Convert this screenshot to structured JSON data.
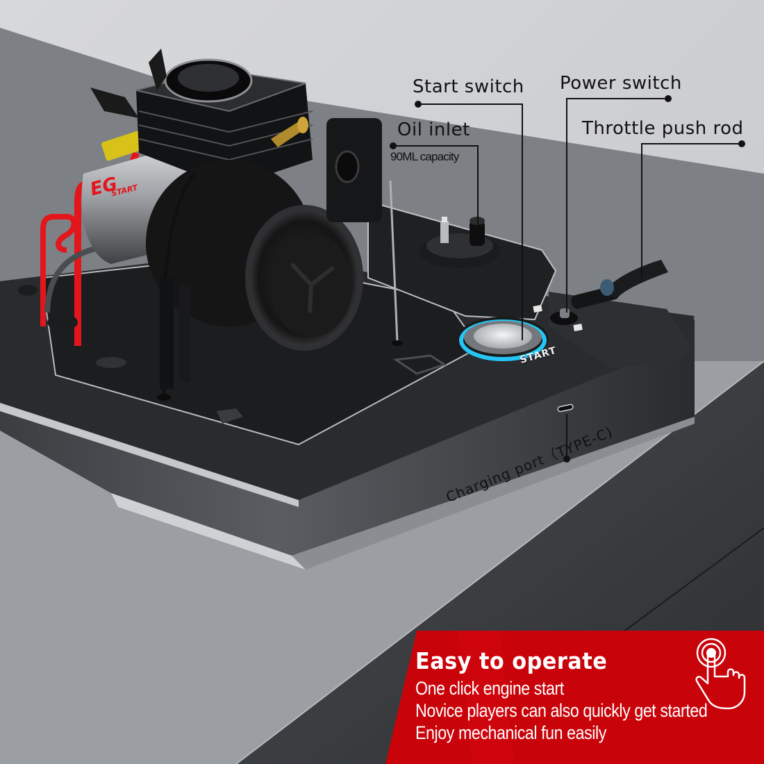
{
  "callouts": {
    "start_switch": "Start switch",
    "power_switch": "Power switch",
    "oil_inlet": "Oil inlet",
    "oil_capacity": "90ML capacity",
    "throttle_push_rod": "Throttle push rod",
    "charging_port": "Charging port（TYPE-C)"
  },
  "device": {
    "start_button_label": "START",
    "brand_badge": "EG",
    "brand_badge_sub": "START"
  },
  "banner": {
    "title": "Easy to operate",
    "lines": [
      "One click engine start",
      "Novice players can also quickly get started",
      "Enjoy mechanical fun easily"
    ],
    "icon": "tap-hand-icon",
    "color": "#c8030a"
  },
  "colors": {
    "wall": "#cfd1d4",
    "desk_top": "#9a9da1",
    "desk_front": "#3a3c40",
    "base_dark": "#242528",
    "accent_blue": "#25c6f5",
    "pipe_red": "#e3161c",
    "sleeve_yellow": "#d8c21a"
  }
}
